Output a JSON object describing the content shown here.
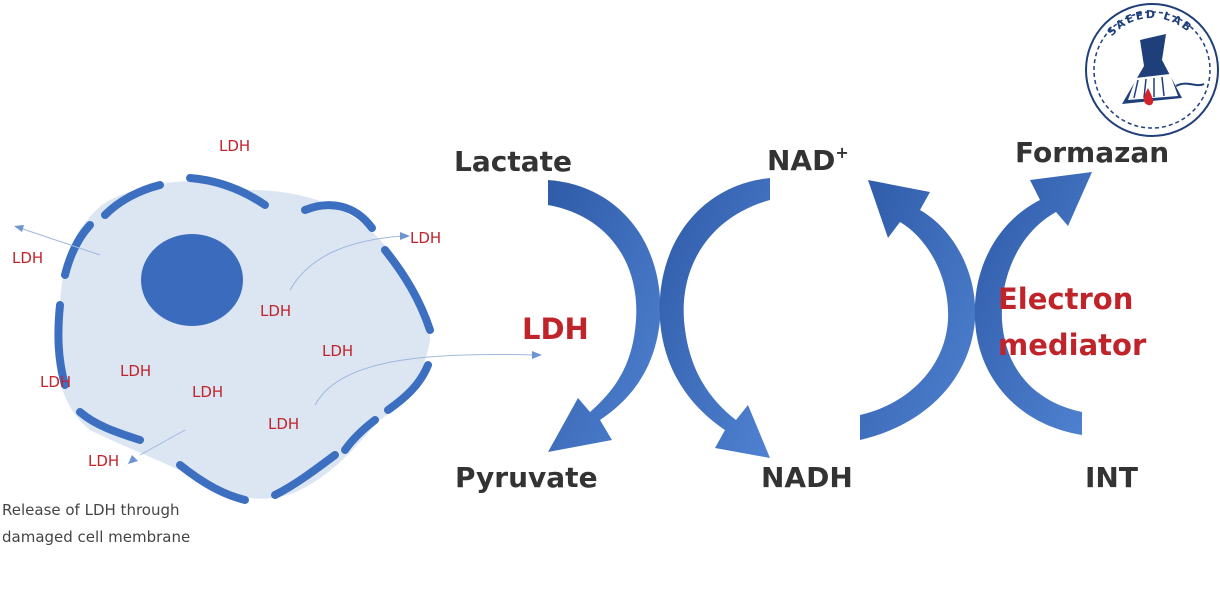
{
  "logo": {
    "text": "SAEED LAB",
    "color": "#1f3f7a"
  },
  "cell": {
    "ldh_labels": [
      "LDH",
      "LDH",
      "LDH",
      "LDH",
      "LDH",
      "LDH",
      "LDH",
      "LDH",
      "LDH",
      "LDH"
    ],
    "caption_line1": "Release of LDH through",
    "caption_line2": "damaged cell membrane",
    "membrane_color": "#3d6fc0",
    "cytoplasm_color": "#dce6f3",
    "nucleus_color": "#3a6bbd"
  },
  "reaction": {
    "lactate": "Lactate",
    "pyruvate": "Pyruvate",
    "ldh": "LDH",
    "nad_plus": "NAD",
    "nad_plus_sup": "+",
    "nadh": "NADH",
    "formazan": "Formazan",
    "int": "INT",
    "mediator_line1": "Electron",
    "mediator_line2": "mediator",
    "arrow_color": "#3a6bbd",
    "label_red": "#c0242b"
  }
}
